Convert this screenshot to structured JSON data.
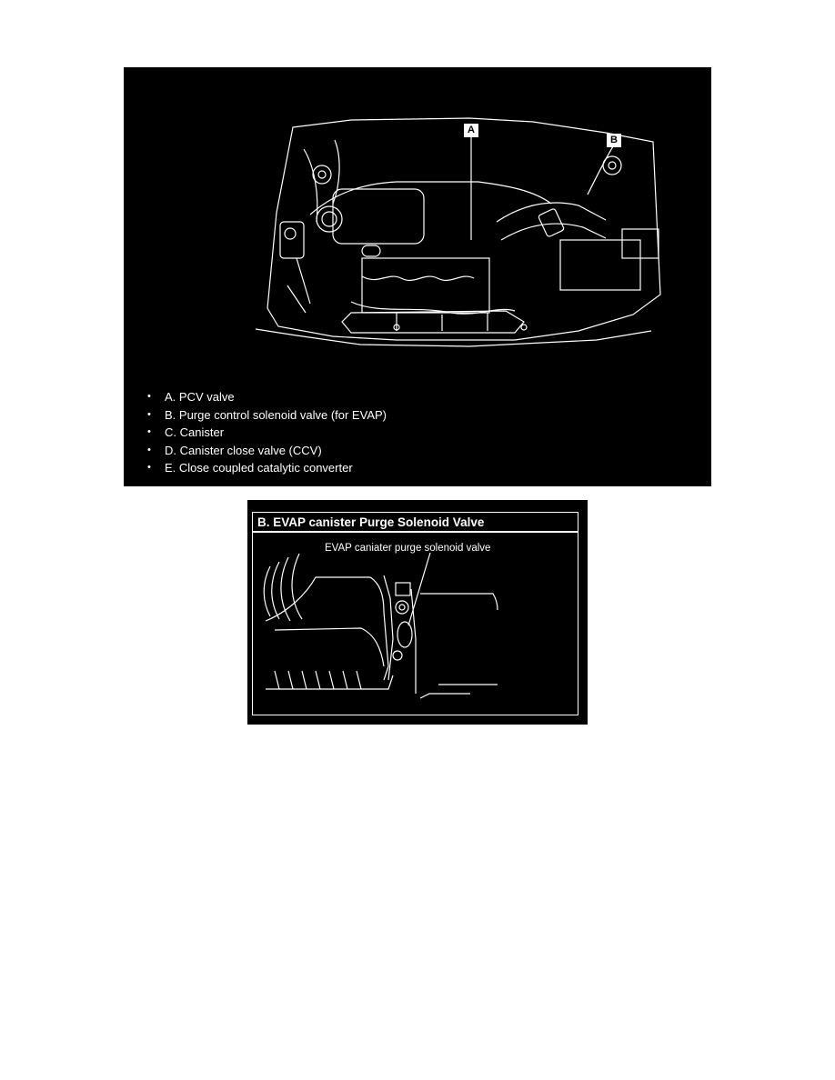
{
  "figure1": {
    "callouts": [
      "A",
      "B"
    ],
    "legend": [
      {
        "bullet": "•",
        "text": "A. PCV valve"
      },
      {
        "bullet": "•",
        "text": "B. Purge control solenoid valve (for EVAP)"
      },
      {
        "bullet": "•",
        "text": "C. Canister"
      },
      {
        "bullet": "•",
        "text": "D. Canister close valve (CCV)"
      },
      {
        "bullet": "•",
        "text": "E. Close coupled catalytic converter"
      }
    ]
  },
  "figure2": {
    "title": "B. EVAP canister Purge Solenoid Valve",
    "component_label": "EVAP  caniater purge solenoid valve"
  },
  "colors": {
    "background": "#000000",
    "linework": "#ffffff",
    "page": "#ffffff"
  }
}
